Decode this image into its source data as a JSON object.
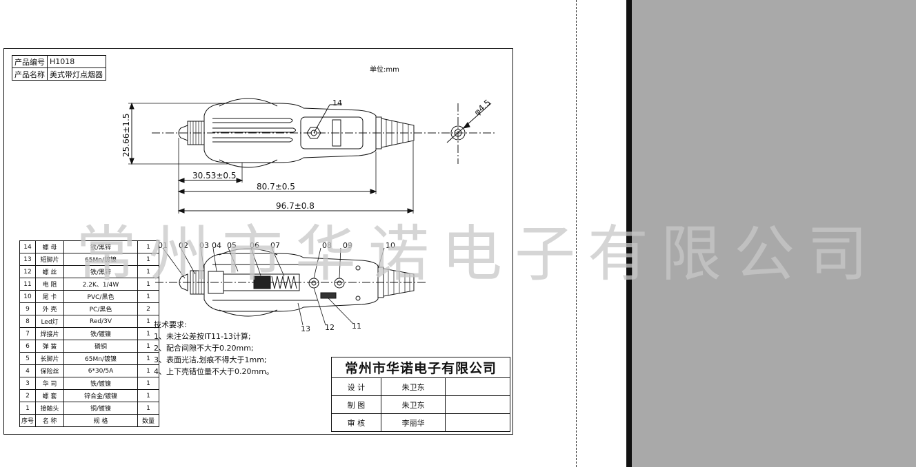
{
  "product_table": {
    "code_label": "产品编号",
    "code_value": "H1018",
    "name_label": "产品名称",
    "name_value": "美式带灯点烟器"
  },
  "unit_note": "单位:mm",
  "top_view": {
    "callout": "14",
    "dim_height": "25.66±1.5",
    "dim_a": "30.53±0.5",
    "dim_b": "80.7±0.5",
    "dim_c": "96.7±0.8",
    "dim_hole": "φ4.5"
  },
  "section_view": {
    "top_callouts": [
      "01",
      "02",
      "03",
      "04",
      "05",
      "06",
      "07",
      "08",
      "09",
      "10"
    ],
    "bottom_callouts": [
      "13",
      "12",
      "11"
    ]
  },
  "parts_table": {
    "rows": [
      {
        "no": "14",
        "name": "螺 母",
        "spec": "铁/黑锌",
        "qty": "1"
      },
      {
        "no": "13",
        "name": "短脚片",
        "spec": "65Mn/镀镍",
        "qty": "1"
      },
      {
        "no": "12",
        "name": "螺 丝",
        "spec": "铁/黑锌",
        "qty": "1"
      },
      {
        "no": "11",
        "name": "电 阻",
        "spec": "2.2K、1/4W",
        "qty": "1"
      },
      {
        "no": "10",
        "name": "尾 卡",
        "spec": "PVC/黑色",
        "qty": "1"
      },
      {
        "no": "9",
        "name": "外 壳",
        "spec": "PC/黑色",
        "qty": "2"
      },
      {
        "no": "8",
        "name": "Led灯",
        "spec": "Red/3V",
        "qty": "1"
      },
      {
        "no": "7",
        "name": "焊接片",
        "spec": "铁/镀镍",
        "qty": "1"
      },
      {
        "no": "6",
        "name": "弹 簧",
        "spec": "磷铜",
        "qty": "1"
      },
      {
        "no": "5",
        "name": "长脚片",
        "spec": "65Mn/镀镍",
        "qty": "1"
      },
      {
        "no": "4",
        "name": "保险丝",
        "spec": "6*30/5A",
        "qty": "1"
      },
      {
        "no": "3",
        "name": "华 司",
        "spec": "铁/镀镍",
        "qty": "1"
      },
      {
        "no": "2",
        "name": "螺 套",
        "spec": "锌合金/镀镍",
        "qty": "1"
      },
      {
        "no": "1",
        "name": "接触头",
        "spec": "铜/镀镍",
        "qty": "1"
      }
    ],
    "header": {
      "no": "序号",
      "name": "名 称",
      "spec": "规 格",
      "qty": "数量"
    }
  },
  "tech_requirements": {
    "title": "技术要求:",
    "items": [
      "1、未注公差按IT11-13计算;",
      "2、配合间隙不大于0.20mm;",
      "3、表面光洁,划痕不得大于1mm;",
      "4、上下壳错位量不大于0.20mm。"
    ]
  },
  "title_block": {
    "company": "常州市华诺电子有限公司",
    "rows": [
      {
        "label": "设 计",
        "name": "朱卫东"
      },
      {
        "label": "制 图",
        "name": "朱卫东"
      },
      {
        "label": "审 核",
        "name": "李丽华"
      }
    ]
  },
  "watermark": "常州市华诺电子有限公司"
}
